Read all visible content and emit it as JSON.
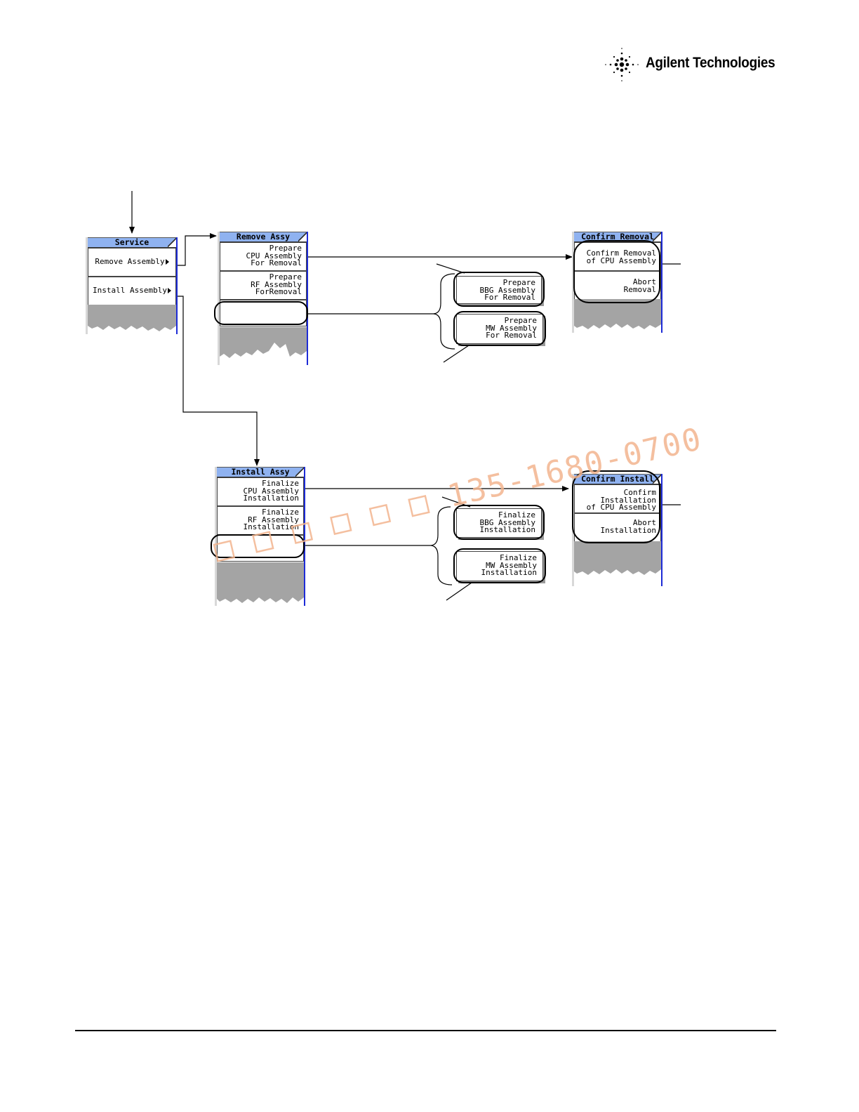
{
  "brand": {
    "name": "Agilent Technologies"
  },
  "service_menu": {
    "title": "Service",
    "keys": [
      "Remove Assembly",
      "Install Assembly"
    ]
  },
  "remove_assy_menu": {
    "title": "Remove Assy",
    "keys": [
      "Prepare\nCPU Assembly\nFor Removal",
      "Prepare\nRF Assembly\nForRemoval"
    ]
  },
  "remove_popups": [
    "Prepare\nBBG Assembly\nFor Removal",
    "Prepare\nMW Assembly\nFor Removal"
  ],
  "confirm_removal_menu": {
    "title": "Confirm Removal",
    "keys": [
      "Confirm Removal\nof CPU Assembly",
      "Abort\nRemoval"
    ]
  },
  "install_assy_menu": {
    "title": "Install Assy",
    "keys": [
      "Finalize\nCPU Assembly\nInstallation",
      "Finalize\nRF Assembly\nInstallation"
    ]
  },
  "install_popups": [
    "Finalize\nBBG Assembly\nInstallation",
    "Finalize\nMW Assembly\nInstallation"
  ],
  "confirm_install_menu": {
    "title": "Confirm Install",
    "keys": [
      "Confirm\nInstallation\nof CPU Assembly",
      "Abort\nInstallation"
    ]
  },
  "watermark": "□ □ □ □ □ □  135-1680-0700",
  "colors": {
    "menu_header": "#8fb2f0",
    "menu_border": "#1d2bd6",
    "watermark": "#f3b58f"
  }
}
